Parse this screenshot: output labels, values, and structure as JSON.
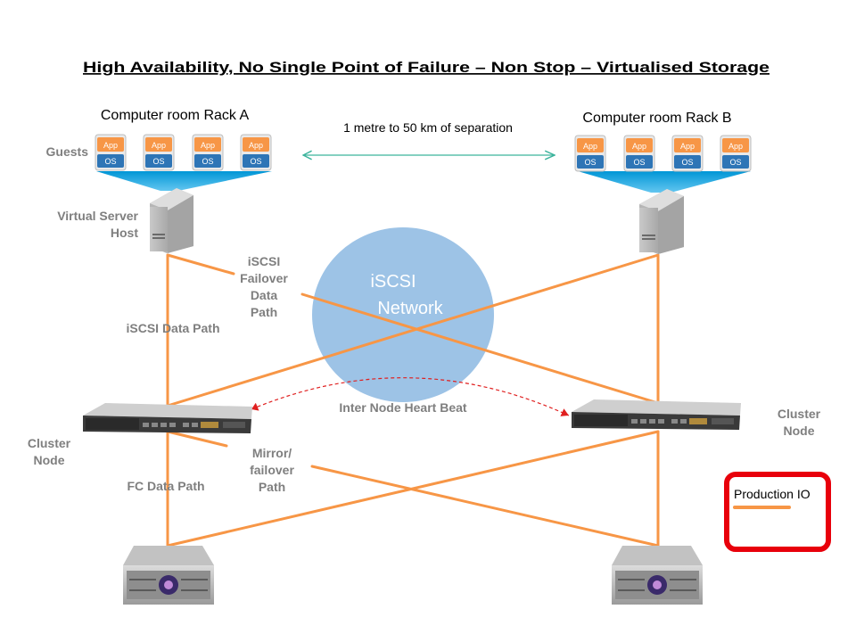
{
  "title": "High Availability,  No Single Point of Failure – Non Stop – Virtualised  Storage",
  "rack_a_label": "Computer room Rack A",
  "rack_b_label": "Computer room Rack B",
  "separation_label": "1 metre to 50 km of separation",
  "guests_label": "Guests",
  "vm_app_label": "App",
  "vm_os_label": "OS",
  "virtual_server_host_label": [
    "Virtual Server",
    "Host"
  ],
  "iscsi_failover_label": [
    "iSCSI",
    "Failover",
    "Data",
    "Path"
  ],
  "iscsi_network_label": [
    "iSCSI",
    "Network"
  ],
  "iscsi_data_path_label": "iSCSI Data Path",
  "heartbeat_label": "Inter Node Heart Beat",
  "cluster_node_left_label": [
    "Cluster",
    "Node"
  ],
  "cluster_node_right_label": [
    "Cluster",
    "Node"
  ],
  "mirror_failover_label": [
    "Mirror/",
    "failover",
    "Path"
  ],
  "fc_data_path_label": "FC Data Path",
  "legend": {
    "production_io_label": "Production IO"
  },
  "colors": {
    "data_path": "#f79646",
    "network_cloud": "#9dc3e6",
    "heartbeat": "#e02020",
    "separation_arrow": "#3cb39c",
    "vm_app": "#f79646",
    "vm_os": "#2e75b6",
    "legend_border": "#e8000b",
    "fan_triangle": "#00b0f0"
  }
}
